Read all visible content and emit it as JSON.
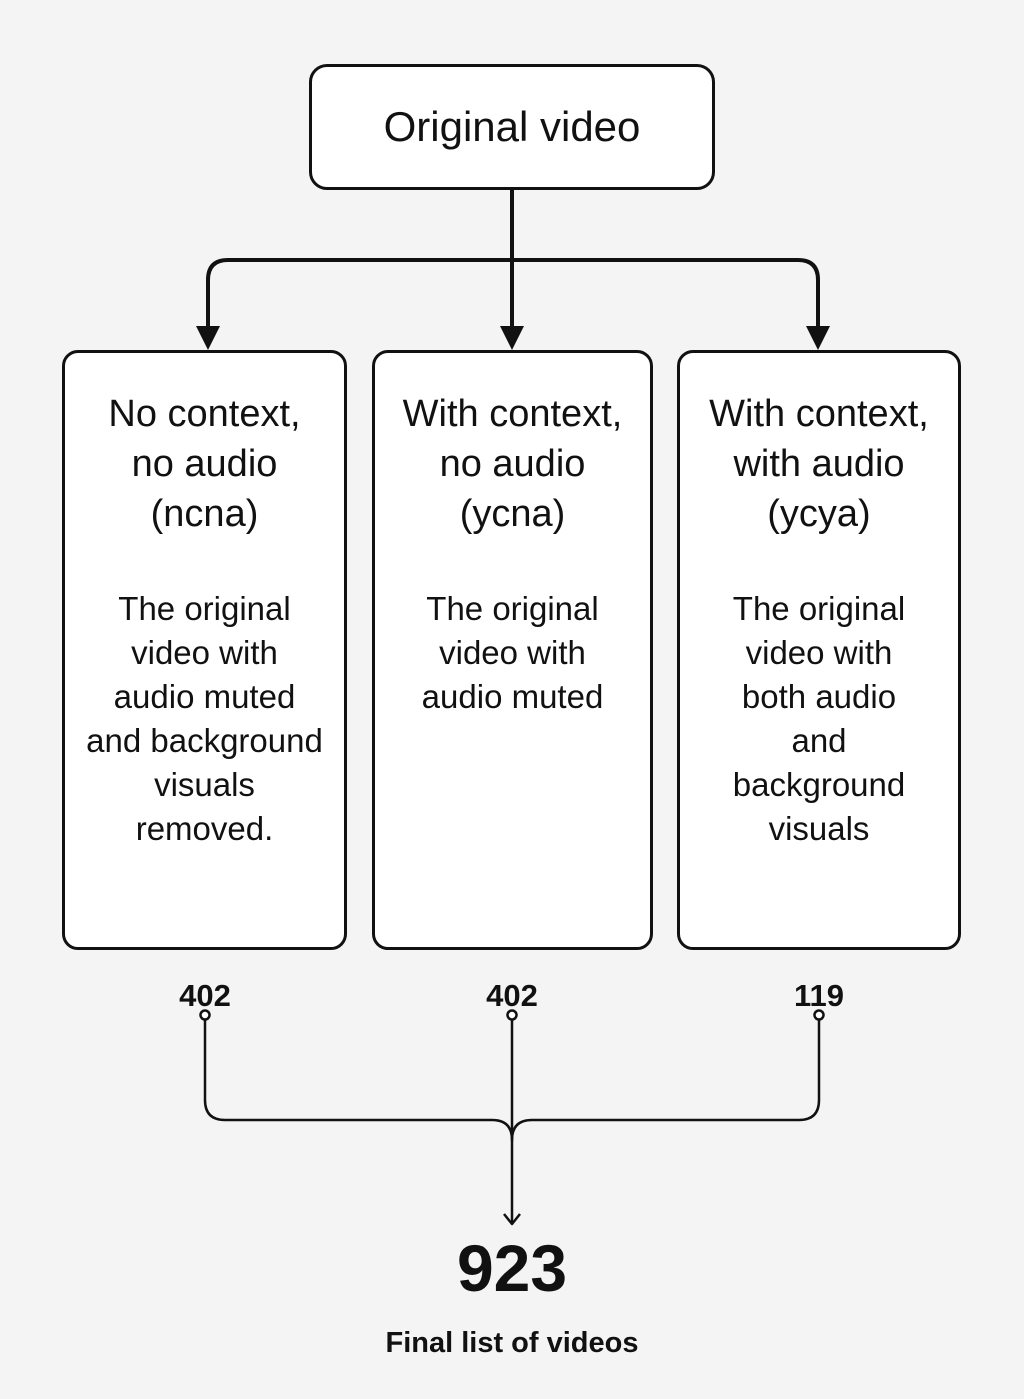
{
  "root": {
    "label": "Original video"
  },
  "branches": [
    {
      "title": "No context,\nno audio\n(ncna)",
      "description": "The original\nvideo with\naudio muted\nand background\nvisuals\nremoved.",
      "count": "402"
    },
    {
      "title": "With context,\nno audio\n(ycna)",
      "description": "The original\nvideo with\naudio muted",
      "count": "402"
    },
    {
      "title": "With context,\nwith audio\n(ycya)",
      "description": "The original\nvideo with\nboth audio\nand\nbackground\nvisuals",
      "count": "119"
    }
  ],
  "result": {
    "total": "923",
    "label": "Final list of videos"
  }
}
